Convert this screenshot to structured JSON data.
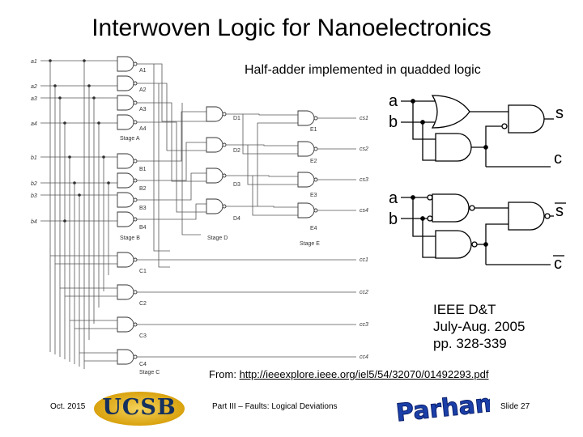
{
  "slide": {
    "title": "Interwoven Logic for Nanoelectronics",
    "subtitle": "Half-adder implemented in quadded logic",
    "citation": [
      "IEEE D&T",
      "July-Aug. 2005",
      "pp. 328-339"
    ],
    "source_prefix": "From: ",
    "source_link": "http://ieeexplore.ieee.org/iel5/54/32070/01492293.pdf"
  },
  "footer": {
    "date": "Oct. 2015",
    "logo_text": "UCSB",
    "course": "Part III – Faults: Logical Deviations",
    "signature": "B Parhami",
    "slide_no": "Slide 27"
  },
  "quadded_circuit": {
    "inputs": [
      "a1",
      "a2",
      "a3",
      "a4",
      "b1",
      "b2",
      "b3",
      "b4"
    ],
    "stageA_gates": [
      "A1",
      "A2",
      "A3",
      "A4"
    ],
    "stageB_gates": [
      "B1",
      "B2",
      "B3",
      "B4"
    ],
    "stageC_gates": [
      "C1",
      "C2",
      "C3",
      "C4"
    ],
    "stageD_gates": [
      "D1",
      "D2",
      "D3",
      "D4"
    ],
    "stageE_gates": [
      "E1",
      "E2",
      "E3",
      "E4"
    ],
    "stage_labels": [
      "Stage A",
      "Stage B",
      "Stage C",
      "Stage D",
      "Stage E"
    ],
    "outputs": [
      "cs1",
      "cs2",
      "cs3",
      "cs4",
      "cc1",
      "cc2",
      "cc3",
      "cc4"
    ]
  },
  "half_adder": {
    "top": {
      "inputs": [
        "a",
        "b"
      ],
      "outputs": [
        "s",
        "c"
      ]
    },
    "bottom": {
      "inputs": [
        "a",
        "b"
      ],
      "outputs": [
        "s",
        "c"
      ],
      "outputs_overlined": true
    }
  }
}
